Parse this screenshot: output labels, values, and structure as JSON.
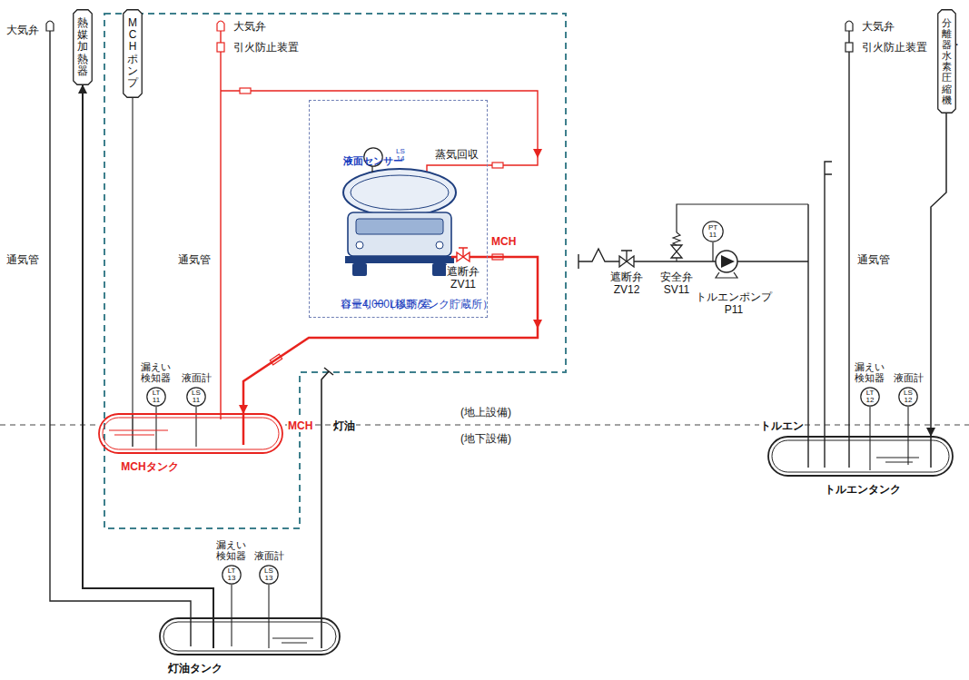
{
  "diagram": {
    "nodes": [
      {
        "text": [
          "熱媒加熱器"
        ]
      },
      {
        "text": [
          "MCHポンプ"
        ]
      },
      {
        "text": [
          "ローリー（移動タンク貯蔵所）",
          "容量4,000L以下/室"
        ]
      },
      {
        "text": [
          "液面センサー",
          "LS 14"
        ],
        "in": 2
      },
      {
        "text": [
          "PT 11"
        ]
      },
      {
        "text": [
          "分離器・水素圧縮機"
        ]
      },
      {
        "text": [
          "漏えい 検知器",
          "LT 11"
        ]
      },
      {
        "text": [
          "液面計",
          "LS 11"
        ]
      },
      {
        "text": [
          "MCHタンク"
        ]
      },
      {
        "text": [
          "漏えい 検知器",
          "LT 12"
        ]
      },
      {
        "text": [
          "液面計",
          "LS 12"
        ]
      },
      {
        "text": [
          "トルエンタンク"
        ]
      },
      {
        "text": [
          "漏えい 検知器",
          "LT 13"
        ]
      },
      {
        "text": [
          "液面計",
          "LS 13"
        ]
      },
      {
        "text": [
          "灯油タンク"
        ]
      }
    ],
    "edges": [
      {
        "from": 2,
        "to": 8,
        "arrow": "to"
      },
      {
        "from": 8,
        "to": 1,
        "arrow": "none"
      },
      {
        "from": 14,
        "to": 0,
        "arrow": "to"
      },
      {
        "from": 5,
        "to": 11,
        "arrow": "to"
      },
      {
        "from": 6,
        "to": 8,
        "arrow": "none"
      },
      {
        "from": 7,
        "to": 8,
        "arrow": "none"
      },
      {
        "from": 9,
        "to": 11,
        "arrow": "none"
      },
      {
        "from": 10,
        "to": 11,
        "arrow": "none"
      },
      {
        "from": 12,
        "to": 14,
        "arrow": "none"
      },
      {
        "from": 13,
        "to": 14,
        "arrow": "none"
      }
    ],
    "labels": [
      "大気弁",
      "大気弁",
      "引火防止装置",
      "蒸気回収",
      "MCH",
      "遮断弁",
      "ZV11",
      "通気管",
      "通気管",
      "MCH",
      "灯油",
      "(地上設備)",
      "(地下設備)",
      "大気弁",
      "引火防止装置",
      "遮断弁",
      "ZV12",
      "安全弁",
      "SV11",
      "トルエンポンプ",
      "P11",
      "通気管",
      "トルエン"
    ]
  }
}
